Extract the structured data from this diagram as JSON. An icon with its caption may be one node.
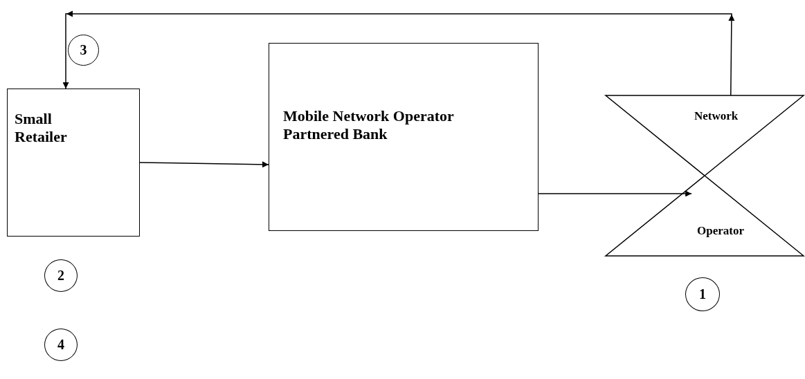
{
  "diagram": {
    "nodes": [
      {
        "text": [
          "3"
        ]
      },
      {
        "text": [
          "Small Retailer"
        ]
      },
      {
        "text": [
          "Mobile Network Operator Partnered Bank"
        ]
      },
      {
        "text": [
          "Network",
          "Operator"
        ]
      },
      {
        "text": [
          "2"
        ]
      },
      {
        "text": [
          "1"
        ]
      },
      {
        "text": [
          "4"
        ]
      }
    ],
    "edges": [
      {
        "from": 1,
        "to": 2,
        "arrow": "to"
      },
      {
        "from": 2,
        "to": 3,
        "arrow": "to"
      },
      {
        "from": 3,
        "to": 1,
        "arrow": "to"
      }
    ]
  }
}
